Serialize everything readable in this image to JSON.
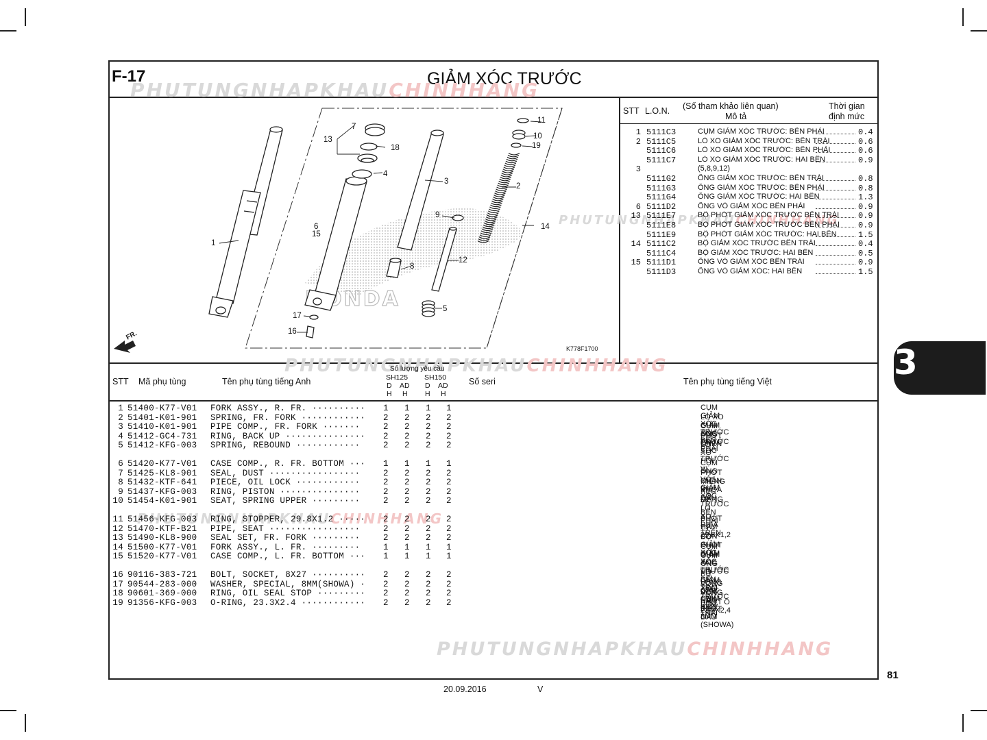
{
  "header": {
    "section_code": "F-17",
    "title": "GIẢM XÓC TRƯỚC"
  },
  "diagram": {
    "callouts": [
      "1",
      "2",
      "3",
      "4",
      "5",
      "6",
      "7",
      "8",
      "9",
      "10",
      "11",
      "12",
      "13",
      "14",
      "15",
      "16",
      "17",
      "18",
      "19"
    ],
    "direction_label": "FR.",
    "figure_code": "K778F1700",
    "brand_text": "HONDA"
  },
  "ref_table": {
    "headers": {
      "stt": "STT",
      "lon": "L.O.N.",
      "ref_title": "(Số tham khảo liên quan)",
      "desc": "Mô tả",
      "time_line1": "Thời gian",
      "time_line2": "định mức"
    },
    "rows": [
      {
        "stt": "1",
        "code": "5111C3",
        "desc": "CỤM GIẢM XÓC TRƯỚC: BÊN PHẢI",
        "time": "0.4"
      },
      {
        "stt": "2",
        "code": "5111C5",
        "desc": "LÒ XO GIẢM XÓC TRƯỚC: BÊN TRÁI",
        "time": "0.6"
      },
      {
        "stt": "",
        "code": "5111C6",
        "desc": "LÒ XO GIẢM XÓC TRƯỚC: BÊN PHẢI",
        "time": "0.6"
      },
      {
        "stt": "",
        "code": "5111C7",
        "desc": "LÒ XO GIẢM XÓC TRƯỚC: HAI BÊN",
        "time": "0.9"
      },
      {
        "stt": "3",
        "code": "",
        "desc": "(5,8,9,12)",
        "time": ""
      },
      {
        "stt": "",
        "code": "5111G2",
        "desc": "ỐNG GIẢM XÓC TRƯỚC: BÊN TRÁI",
        "time": "0.8"
      },
      {
        "stt": "",
        "code": "5111G3",
        "desc": "ỐNG GIẢM XÓC TRƯỚC: BÊN PHẢI",
        "time": "0.8"
      },
      {
        "stt": "",
        "code": "5111G4",
        "desc": "ỐNG GIẢM XÓC TRƯỚC: HAI BÊN",
        "time": "1.3"
      },
      {
        "stt": "6",
        "code": "5111D2",
        "desc": "ỐNG VỎ GIẢM XÓC BÊN PHẢI",
        "time": "0.9"
      },
      {
        "stt": "13",
        "code": "5111E7",
        "desc": "BỘ PHỚT GIẢM XÓC TRƯỚC BÊN TRÁI",
        "time": "0.9"
      },
      {
        "stt": "",
        "code": "5111E8",
        "desc": "BỘ PHỚT GIẢM XÓC TRƯỚC BÊN PHẢI",
        "time": "0.9"
      },
      {
        "stt": "",
        "code": "5111E9",
        "desc": "BỘ PHỚT GIẢM XÓC TRƯỚC: HAI BÊN",
        "time": "1.5"
      },
      {
        "stt": "14",
        "code": "5111C2",
        "desc": "BỘ GIẢM XÓC TRƯỚC BÊN TRÁI",
        "time": "0.4"
      },
      {
        "stt": "",
        "code": "5111C4",
        "desc": "BỘ GIẢM XÓC TRƯỚC: HAI BÊN",
        "time": "0.5"
      },
      {
        "stt": "15",
        "code": "5111D1",
        "desc": "ỐNG VỎ GIẢM XÓC BÊN TRÁI",
        "time": "0.9"
      },
      {
        "stt": "",
        "code": "5111D3",
        "desc": "ỐNG VỎ GIẢM XÓC: HAI BÊN",
        "time": "1.5"
      }
    ]
  },
  "parts_table": {
    "headers": {
      "stt": "STT",
      "part_no": "Mã phụ tùng",
      "name_en": "Tên phụ tùng tiếng Anh",
      "qty_title": "Số lượng yêu cầu",
      "model1": "SH125",
      "model2": "SH150",
      "d": "D",
      "ad": "AD",
      "h": "H",
      "serial": "Số seri",
      "name_vn": "Tên phụ tùng tiếng Việt"
    },
    "rows": [
      {
        "stt": "1",
        "part": "51400-K77-V01",
        "en": "FORK ASSY., R. FR. ··········",
        "q": [
          "1",
          "1",
          "1",
          "1"
        ],
        "vn": "CỤM GIẢM XÓC TRƯỚC BÊN PHẢI"
      },
      {
        "stt": "2",
        "part": "51401-K01-901",
        "en": "SPRING, FR. FORK ············",
        "q": [
          "2",
          "2",
          "2",
          "2"
        ],
        "vn": "LÒ XO GIẢM XÓC TRƯỚC"
      },
      {
        "stt": "3",
        "part": "51410-K01-901",
        "en": "PIPE COMP., FR. FORK ·······",
        "q": [
          "2",
          "2",
          "2",
          "2"
        ],
        "vn": "CỤM ỐNG GIẢM XÓC TRƯỚC"
      },
      {
        "stt": "4",
        "part": "51412-GC4-731",
        "en": "RING, BACK UP ···············",
        "q": [
          "2",
          "2",
          "2",
          "2"
        ],
        "vn": "PHỚT CHÊN"
      },
      {
        "stt": "5",
        "part": "51412-KFG-003",
        "en": "SPRING, REBOUND ············",
        "q": [
          "2",
          "2",
          "2",
          "2"
        ],
        "vn": "LÒ XO HỒI VỊ"
      },
      {
        "stt": "6",
        "part": "51420-K77-V01",
        "en": "CASE COMP., R. FR. BOTTOM ···",
        "q": [
          "1",
          "1",
          "1",
          "1"
        ],
        "vn": "CỤM ỐNG VỎ GIẢM XÓC TRƯỚC BÊN PHẢI"
      },
      {
        "stt": "7",
        "part": "51425-KL8-901",
        "en": "SEAL, DUST ·················",
        "q": [
          "2",
          "2",
          "2",
          "2"
        ],
        "vn": "PHỚT CHẮN BỤI"
      },
      {
        "stt": "8",
        "part": "51432-KTF-641",
        "en": "PIECE, OIL LOCK ············",
        "q": [
          "2",
          "2",
          "2",
          "2"
        ],
        "vn": "MIẾNG KHÓA DẦU"
      },
      {
        "stt": "9",
        "part": "51437-KFG-003",
        "en": "RING, PISTON ···············",
        "q": [
          "2",
          "2",
          "2",
          "2"
        ],
        "vn": "XÉC MĂNG"
      },
      {
        "stt": "10",
        "part": "51454-K01-901",
        "en": "SEAT, SPRING UPPER ·········",
        "q": [
          "2",
          "2",
          "2",
          "2"
        ],
        "vn": "ĐẾ LÒ XO PHÍA TRÊN"
      },
      {
        "stt": "11",
        "part": "51456-KFG-003",
        "en": "RING, STOPPER, 29.8X1.2 ·····",
        "q": [
          "2",
          "2",
          "2",
          "2"
        ],
        "vn": "PHỚT HÃM 29,8X1,2"
      },
      {
        "stt": "12",
        "part": "51470-KTF-B21",
        "en": "PIPE, SEAT ·················",
        "q": [
          "2",
          "2",
          "2",
          "2"
        ],
        "vn": "TY CON GIẢM XÓC"
      },
      {
        "stt": "13",
        "part": "51490-KL8-900",
        "en": "SEAL SET, FR. FORK ·········",
        "q": [
          "2",
          "2",
          "2",
          "2"
        ],
        "vn": "BỘ PHỚT GIẢM XÓC TRƯỚC ."
      },
      {
        "stt": "14",
        "part": "51500-K77-V01",
        "en": "FORK ASSY., L. FR. ·········",
        "q": [
          "1",
          "1",
          "1",
          "1"
        ],
        "vn": "CỤM GIẢM XÓC TRƯỚC BÊN TRÁI"
      },
      {
        "stt": "15",
        "part": "51520-K77-V01",
        "en": "CASE COMP., L. FR. BOTTOM ···",
        "q": [
          "1",
          "1",
          "1",
          "1"
        ],
        "vn": "CỤM ỐNG VỎ GIẢM XÓC TRƯỚC BÊN TRÁI"
      },
      {
        "stt": "16",
        "part": "90116-383-721",
        "en": "BOLT, SOCKET, 8X27 ··········",
        "q": [
          "2",
          "2",
          "2",
          "2"
        ],
        "vn": "BU LÔNG GIÁC CHÌM 8X27"
      },
      {
        "stt": "17",
        "part": "90544-283-000",
        "en": "WASHER, SPECIAL, 8MM(SHOWA) ·",
        "q": [
          "2",
          "2",
          "2",
          "2"
        ],
        "vn": "VÒNG ĐỆM ĐẶC BIỆT 8MM (SHOWA)"
      },
      {
        "stt": "18",
        "part": "90601-369-000",
        "en": "RING, OIL SEAL STOP ·········",
        "q": [
          "2",
          "2",
          "2",
          "2"
        ],
        "vn": "VÒNG HÃM PHỚT DẦU"
      },
      {
        "stt": "19",
        "part": "91356-KFG-003",
        "en": "O-RING, 23.3X2.4 ············",
        "q": [
          "2",
          "2",
          "2",
          "2"
        ],
        "vn": "PHỚT O 23,3X2,4"
      }
    ]
  },
  "watermark": {
    "part1": "PHUTUNGNHAPKHAU",
    "part2": "CHINHHANG"
  },
  "footer": {
    "date": "20.09.2016",
    "version": "V",
    "page_number": "81"
  },
  "side_tab": {
    "label": "3"
  }
}
